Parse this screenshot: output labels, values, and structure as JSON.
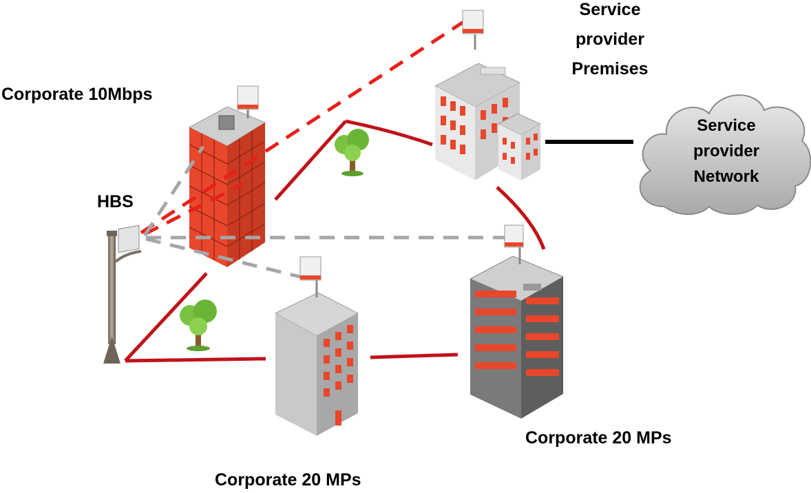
{
  "labels": {
    "corporate_10": "Corporate 10Mbps",
    "hbs": "HBS",
    "sp_premises_line1": "Service",
    "sp_premises_line2": "provider",
    "sp_premises_line3": "Premises",
    "cloud_line1": "Service",
    "cloud_line2": "provider",
    "cloud_line3": "Network",
    "corporate_20_right": "Corporate 20 MPs",
    "corporate_20_bottom": "Corporate 20 MPs"
  },
  "colors": {
    "red_link": "#e8201a",
    "dark_red_line": "#c0131a",
    "gray_link": "#a6a6a6",
    "black_line": "#000000",
    "cloud_fill": "#c8c8c8",
    "building_red": "#e0452a",
    "building_gray": "#c9c9c9"
  },
  "icons": [
    "lamp-post-hbs-icon",
    "antenna-panel-icon",
    "tree-icon",
    "cloud-icon",
    "office-building-icon"
  ]
}
